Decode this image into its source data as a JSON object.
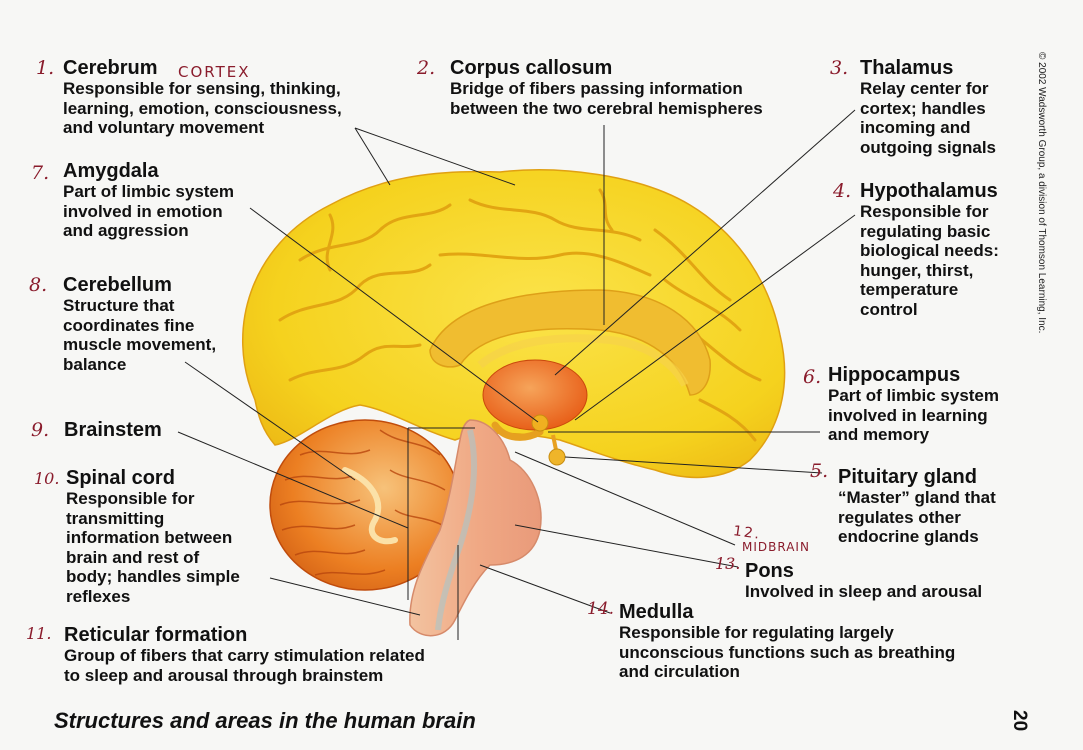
{
  "caption": "Structures and areas in the human brain",
  "page_number": "20",
  "copyright": "© 2002 Wadsworth Group, a division of Thomson Learning, Inc.",
  "handwritten": {
    "cortex": "CORTEX",
    "midbrain_number": "12.",
    "midbrain": "MIDBRAIN"
  },
  "labels": [
    {
      "num": "1.",
      "title": "Cerebrum",
      "desc": [
        "Responsible for sensing, thinking,",
        "learning, emotion, consciousness,",
        "and voluntary movement"
      ]
    },
    {
      "num": "2.",
      "title": "Corpus callosum",
      "desc": [
        "Bridge of fibers passing information",
        "between the two cerebral hemispheres"
      ]
    },
    {
      "num": "3.",
      "title": "Thalamus",
      "desc": [
        "Relay center for",
        "cortex; handles",
        "incoming and",
        "outgoing signals"
      ]
    },
    {
      "num": "4.",
      "title": "Hypothalamus",
      "desc": [
        "Responsible for",
        "regulating basic",
        "biological needs:",
        "hunger, thirst,",
        "temperature",
        "control"
      ]
    },
    {
      "num": "7.",
      "title": "Amygdala",
      "desc": [
        "Part of limbic system",
        "involved in emotion",
        "and aggression"
      ]
    },
    {
      "num": "8.",
      "title": "Cerebellum",
      "desc": [
        "Structure that",
        "coordinates fine",
        "muscle movement,",
        "balance"
      ]
    },
    {
      "num": "6.",
      "title": "Hippocampus",
      "desc": [
        "Part of limbic system",
        "involved in learning",
        "and memory"
      ]
    },
    {
      "num": "9.",
      "title": "Brainstem",
      "desc": []
    },
    {
      "num": "10.",
      "title": "Spinal cord",
      "desc": [
        "Responsible for",
        "transmitting",
        "information between",
        "brain and rest of",
        "body; handles simple",
        "reflexes"
      ]
    },
    {
      "num": "5.",
      "title": "Pituitary gland",
      "desc": [
        "“Master” gland that",
        "regulates other",
        "endocrine glands"
      ]
    },
    {
      "num": "13.",
      "title": "Pons",
      "desc": [
        "Involved in sleep and arousal"
      ]
    },
    {
      "num": "14.",
      "title": "Medulla",
      "desc": [
        "Responsible for regulating largely",
        "unconscious functions such as breathing",
        "and circulation"
      ]
    },
    {
      "num": "11.",
      "title": "Reticular formation",
      "desc": [
        "Group of fibers that carry stimulation related",
        "to sleep and arousal through brainstem"
      ]
    }
  ],
  "colors": {
    "cerebrum": "#f5d21e",
    "cerebrum_fold": "#e6a90e",
    "cerebellum": "#e8731c",
    "brainstem": "#f2b48c",
    "thalamus": "#ee6a16",
    "handwriting": "#8a1c2c"
  }
}
